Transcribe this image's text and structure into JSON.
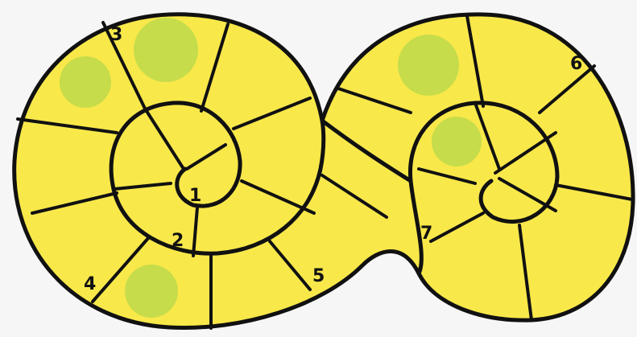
{
  "board": {
    "fill_color": "#f8e84a",
    "line_color": "#111111",
    "dot_color": "#c6dc4a",
    "background": "#f6f6f6"
  },
  "labels": {
    "n1": "1",
    "n2": "2",
    "n3": "3",
    "n4": "4",
    "n5": "5",
    "n6": "6",
    "n7": "7"
  }
}
